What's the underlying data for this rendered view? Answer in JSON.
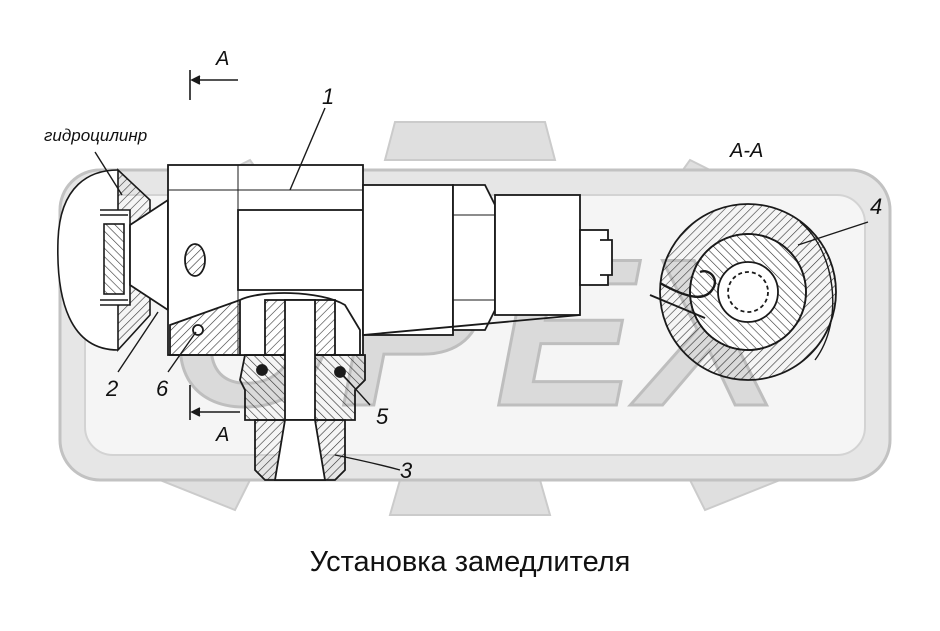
{
  "caption": "Установка замедлителя",
  "labels": {
    "part_1": "1",
    "part_2": "2",
    "part_3": "3",
    "part_4": "4",
    "part_5": "5",
    "part_6": "6",
    "section_top": "А",
    "section_bottom": "А",
    "section_view": "А-А",
    "cylinder_note": "гидроцилинр"
  },
  "watermark": {
    "text": "OPEX",
    "letters": [
      "O",
      "P",
      "E",
      "X"
    ]
  },
  "colors": {
    "line": "#1a1a1a",
    "hatch": "#333333",
    "watermark_fill": "#d9d9d9",
    "watermark_stroke": "#c4c4c4"
  }
}
